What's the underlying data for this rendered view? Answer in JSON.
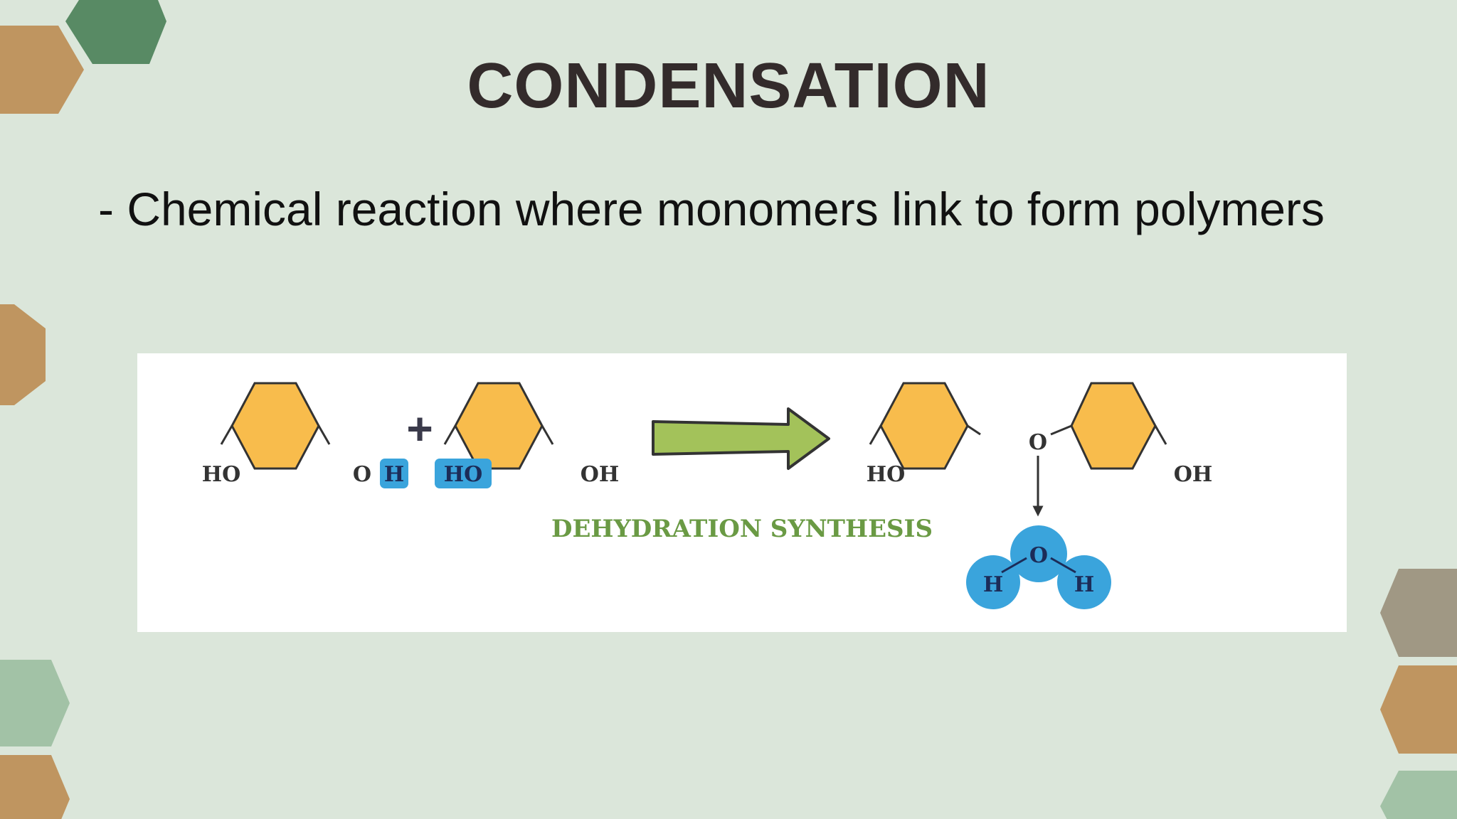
{
  "slide": {
    "title": "CONDENSATION",
    "bullet": "- Chemical reaction where monomers link to form polymers"
  },
  "diagram": {
    "plus_sign": "+",
    "monomer1": {
      "left_group": "HO",
      "right_o": "O",
      "right_h": "H"
    },
    "monomer2": {
      "left_group": "HO",
      "right_group": "OH"
    },
    "product": {
      "left_group": "HO",
      "bridge_o": "O",
      "right_group": "OH"
    },
    "water": {
      "o": "O",
      "h_left": "H",
      "h_right": "H"
    },
    "caption": "DEHYDRATION SYNTHESIS"
  },
  "colors": {
    "background": "#dbe6da",
    "title": "#332b2b",
    "hex_fill": "#f8bc4c",
    "arrow_fill": "#a3c25a",
    "highlight_blue": "#3aa4dc",
    "caption_green": "#6a9a44",
    "deco_green": "#588a64",
    "deco_tan": "#bf9560",
    "deco_sage": "#a2c2a6",
    "deco_taupe": "#a09884"
  }
}
